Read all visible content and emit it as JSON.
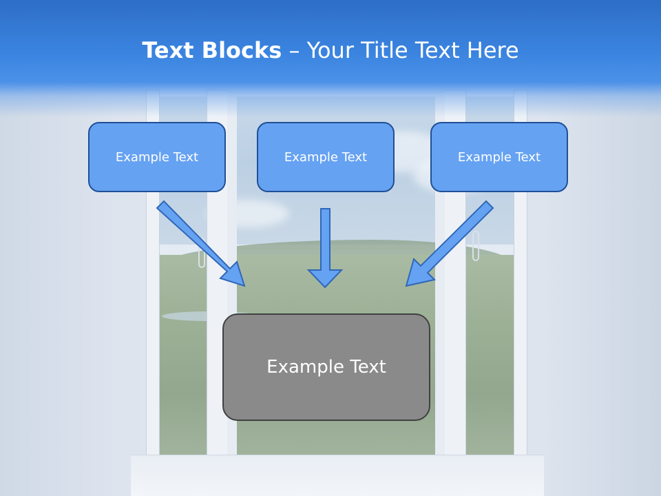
{
  "title": {
    "bold": "Text Blocks",
    "dash": " – ",
    "rest": "Your Title Text Here"
  },
  "boxes": {
    "top": [
      "Example Text",
      "Example Text",
      "Example Text"
    ],
    "bottom": "Example Text"
  },
  "colors": {
    "title_band": "#3a84e0",
    "box_fill": "#66a2f2",
    "box_border": "#1f4f96",
    "arrow_fill": "#66a2f2",
    "bottom_box_fill": "#8a8a8a"
  }
}
